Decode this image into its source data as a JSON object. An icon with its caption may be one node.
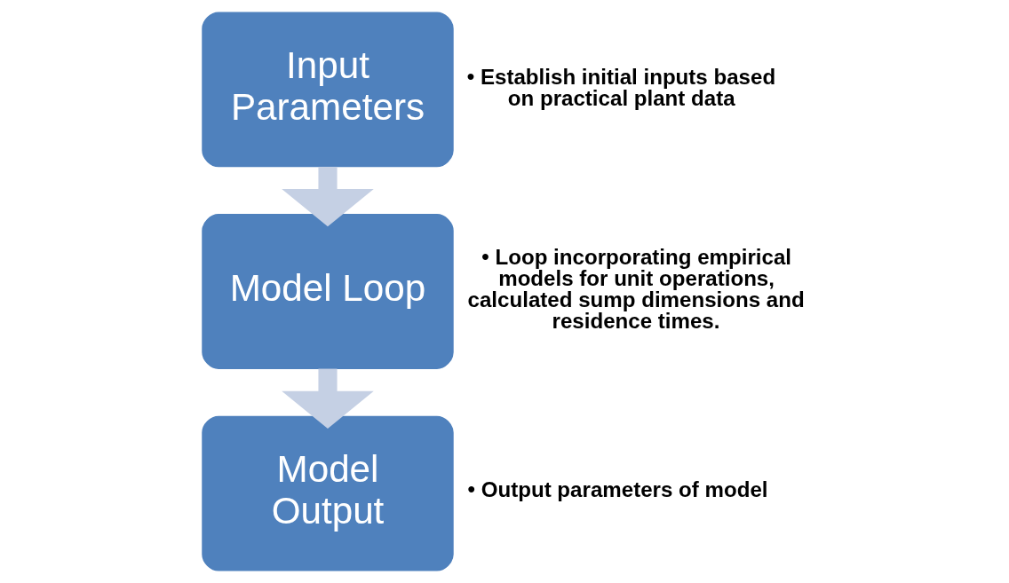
{
  "diagram": {
    "nodes": [
      {
        "text": [
          "Input Parameters"
        ],
        "beside": [
          "• Establish initial inputs based on practical plant data"
        ]
      },
      {
        "text": [
          "Model Loop"
        ],
        "beside": [
          "• Loop incorporating empirical models for unit operations, calculated sump dimensions and residence times."
        ]
      },
      {
        "text": [
          "Model Output"
        ],
        "beside": [
          "• Output parameters of model"
        ]
      }
    ],
    "edges": [
      {
        "from": 0,
        "to": 1,
        "arrow": "to"
      },
      {
        "from": 1,
        "to": 2,
        "arrow": "to"
      }
    ]
  }
}
